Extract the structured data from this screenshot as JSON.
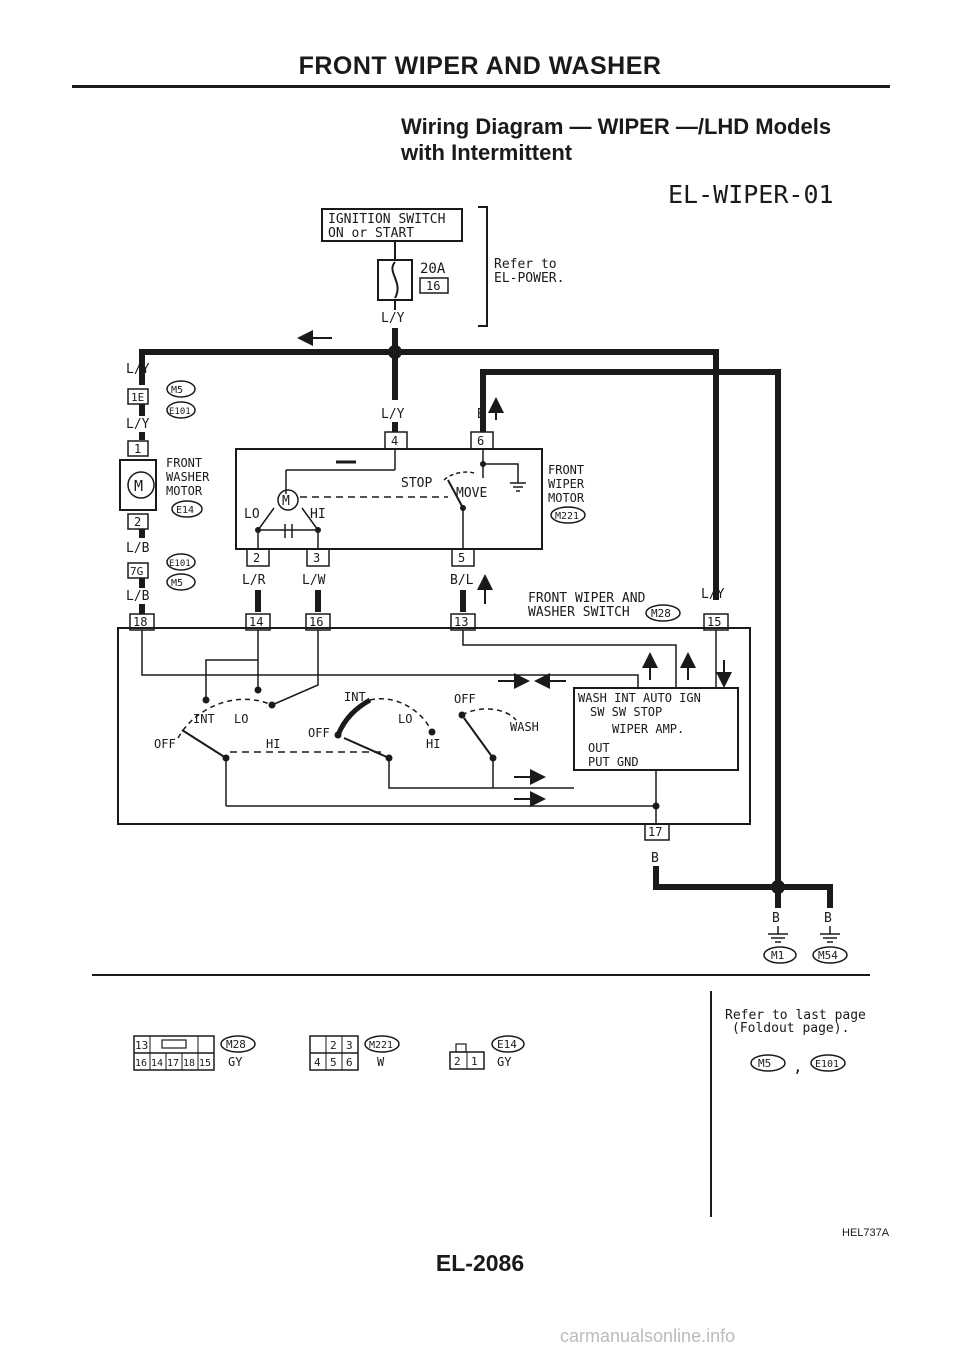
{
  "header": {
    "section_title": "FRONT WIPER AND WASHER",
    "diagram_title_line1": "Wiring Diagram — WIPER —/LHD Models",
    "diagram_title_line2": "with Intermittent",
    "diagram_code": "EL-WIPER-01"
  },
  "power": {
    "ignition_line1": "IGNITION SWITCH",
    "ignition_line2": "ON or START",
    "fuse_amp": "20A",
    "fuse_no": "16",
    "refer_line1": "Refer to",
    "refer_line2": "EL-POWER.",
    "wire_main": "L/Y"
  },
  "washer_motor": {
    "wire_top": "L/Y",
    "conn_top_pin": "1E",
    "conn_top_tags": [
      "M5",
      "E101"
    ],
    "wire_mid": "L/Y",
    "pin_top": "1",
    "label": [
      "FRONT",
      "WASHER",
      "MOTOR"
    ],
    "conn": "E14",
    "pin_bottom": "2",
    "wire_bot": "L/B",
    "conn_bot_pin": "7G",
    "conn_bot_tags": [
      "E101",
      "M5"
    ],
    "wire_bot2": "L/B"
  },
  "wiper_motor": {
    "label": [
      "FRONT",
      "WIPER",
      "MOTOR"
    ],
    "conn": "M221",
    "wire_pin4": "L/Y",
    "wire_pin6": "B",
    "pin4": "4",
    "pin6": "6",
    "pin2": "2",
    "pin3": "3",
    "pin5": "5",
    "lo": "LO",
    "hi": "HI",
    "stop": "STOP",
    "move": "MOVE",
    "motor": "M",
    "wire_pin2": "L/R",
    "wire_pin3": "L/W",
    "wire_pin5": "B/L"
  },
  "switch": {
    "label_line1": "FRONT WIPER AND",
    "label_line2": "WASHER SWITCH",
    "conn": "M28",
    "wire_pin15": "L/Y",
    "pin18": "18",
    "pin14": "14",
    "pin16": "16",
    "pin13": "13",
    "pin15": "15",
    "pin17": "17",
    "sw1": {
      "off": "OFF",
      "int": "INT",
      "lo": "LO",
      "hi": "HI"
    },
    "sw2": {
      "int": "INT",
      "off": "OFF",
      "lo": "LO",
      "hi": "HI"
    },
    "sw3": {
      "off": "OFF",
      "wash": "WASH"
    },
    "amp_line1": "WASH INT AUTO IGN",
    "amp_line2": "SW   SW  STOP",
    "amp_line3": "WIPER AMP.",
    "amp_line4": "OUT",
    "amp_line5": "PUT    GND",
    "wire_pin17": "B"
  },
  "ground": {
    "wire_left": "B",
    "wire_right": "B",
    "tag_left": "M1",
    "tag_right": "M54"
  },
  "connectors": {
    "m28_top": "13",
    "m28_bottom": [
      "16",
      "14",
      "17",
      "18",
      "15"
    ],
    "m28_tag": "M28",
    "m28_color": "GY",
    "m221_top": [
      "2",
      "3"
    ],
    "m221_bottom": [
      "4",
      "5",
      "6"
    ],
    "m221_tag": "M221",
    "m221_color": "W",
    "e14_pins": [
      "2",
      "1"
    ],
    "e14_tag": "E14",
    "e14_color": "GY"
  },
  "refer_last": {
    "line1": "Refer to last page",
    "line2": "(Foldout page).",
    "tag1": "M5",
    "tag2": "E101"
  },
  "footer": {
    "figure_code": "HEL737A",
    "page": "EL-2086",
    "watermark": "carmanualsonline.info"
  }
}
